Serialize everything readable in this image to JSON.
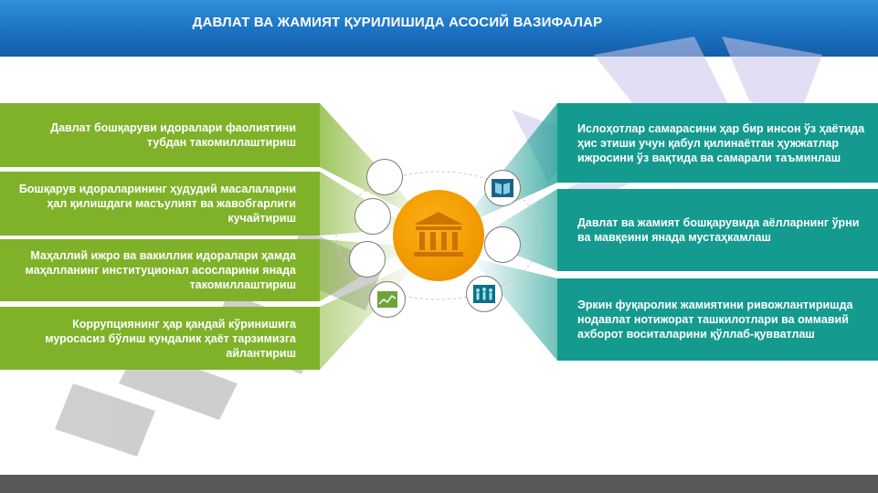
{
  "header": {
    "title": "ДАВЛАТ ВА ЖАМИЯТ ҚУРИЛИШИДА АСОСИЙ ВАЗИФАЛАР"
  },
  "left_items": [
    {
      "text": "Давлат бошқаруви идоралари фаолиятини тубдан такомиллаштириш"
    },
    {
      "text": "Бошқарув идораларининг ҳудудий масалаларни ҳал қилишдаги масъулият ва жавобгарлиги кучайтириш"
    },
    {
      "text": "Маҳаллий ижро ва вакиллик идоралари ҳамда маҳалланинг институционал асосларини янада такомиллаштириш"
    },
    {
      "text": "Коррупциянинг ҳар қандай кўринишига муросасиз бўлиш кундалик ҳаёт тарзимизга айлантириш"
    }
  ],
  "right_items": [
    {
      "text": "Ислоҳотлар самарасини ҳар бир инсон ўз ҳаётида ҳис этиши учун қабул қилинаётган ҳужжатлар ижросини ўз вақтида ва самарали таъминлаш"
    },
    {
      "text": "Давлат ва жамият бошқарувида аёлларнинг ўрни ва мавқеини янада мустаҳкамлаш"
    },
    {
      "text": "Эркин фуқаролик жамиятини ривожлантиришда нодавлат нотижорат ташкилотлари ва оммавий ахборот воситаларини қўллаб-қувватлаш"
    }
  ],
  "icons": {
    "hub": "government-building-icon",
    "right_top": "book-icon",
    "right_bottom": "people-group-icon",
    "left_bottom": "chart-icon"
  },
  "colors": {
    "header_blue": "#1a6fbf",
    "left_green": "#7fb229",
    "right_teal": "#159a8f",
    "hub_orange": "#f29a00",
    "footer_gray": "#595959",
    "watermark_purple": "#c9c5ea",
    "watermark_gray": "#a7a7a7"
  }
}
